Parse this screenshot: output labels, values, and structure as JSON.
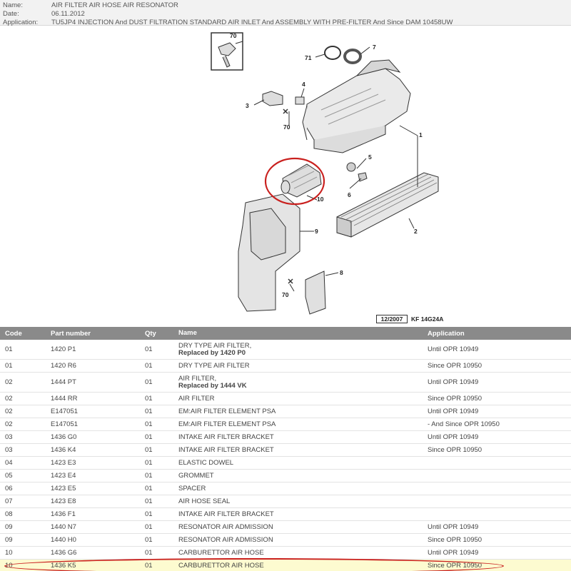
{
  "info": {
    "name_label": "Name:",
    "name_value": "AIR FILTER AIR HOSE AIR RESONATOR",
    "date_label": "Date:",
    "date_value": "06.11.2012",
    "application_label": "Application:",
    "application_value": "TU5JP4 INJECTION And DUST FILTRATION STANDARD AIR INLET And ASSEMBLY WITH PRE-FILTER And Since DAM 10458UW"
  },
  "diagram": {
    "callouts": [
      "70",
      "71",
      "7",
      "3",
      "4",
      "70",
      "1",
      "5",
      "6",
      "10",
      "2",
      "9",
      "8",
      "70"
    ],
    "date_box": "12/2007",
    "ref_code": "KF 14G24A"
  },
  "table": {
    "headers": {
      "code": "Code",
      "part": "Part number",
      "qty": "Qty",
      "name": "Name",
      "application": "Application"
    },
    "rows": [
      {
        "code": "01",
        "part": "1420 P1",
        "qty": "01",
        "name": "DRY TYPE AIR FILTER,",
        "replaced": "Replaced by 1420 P0",
        "application": "Until OPR 10949"
      },
      {
        "code": "01",
        "part": "1420 R6",
        "qty": "01",
        "name": "DRY TYPE AIR FILTER",
        "replaced": "",
        "application": "Since OPR 10950"
      },
      {
        "code": "02",
        "part": "1444 PT",
        "qty": "01",
        "name": "AIR FILTER,",
        "replaced": "Replaced by 1444 VK",
        "application": "Until OPR 10949"
      },
      {
        "code": "02",
        "part": "1444 RR",
        "qty": "01",
        "name": "AIR FILTER",
        "replaced": "",
        "application": "Since OPR 10950"
      },
      {
        "code": "02",
        "part": "E147051",
        "qty": "01",
        "name": "EM:AIR FILTER ELEMENT PSA",
        "replaced": "",
        "application": "Until OPR 10949"
      },
      {
        "code": "02",
        "part": "E147051",
        "qty": "01",
        "name": "EM:AIR FILTER ELEMENT PSA",
        "replaced": "",
        "application": "- And Since OPR 10950"
      },
      {
        "code": "03",
        "part": "1436 G0",
        "qty": "01",
        "name": "INTAKE AIR FILTER BRACKET",
        "replaced": "",
        "application": "Until OPR 10949"
      },
      {
        "code": "03",
        "part": "1436 K4",
        "qty": "01",
        "name": "INTAKE AIR FILTER BRACKET",
        "replaced": "",
        "application": "Since OPR 10950"
      },
      {
        "code": "04",
        "part": "1423 E3",
        "qty": "01",
        "name": "ELASTIC DOWEL",
        "replaced": "",
        "application": ""
      },
      {
        "code": "05",
        "part": "1423 E4",
        "qty": "01",
        "name": "GROMMET",
        "replaced": "",
        "application": ""
      },
      {
        "code": "06",
        "part": "1423 E5",
        "qty": "01",
        "name": "SPACER",
        "replaced": "",
        "application": ""
      },
      {
        "code": "07",
        "part": "1423 E8",
        "qty": "01",
        "name": "AIR HOSE SEAL",
        "replaced": "",
        "application": ""
      },
      {
        "code": "08",
        "part": "1436 F1",
        "qty": "01",
        "name": "INTAKE AIR FILTER BRACKET",
        "replaced": "",
        "application": ""
      },
      {
        "code": "09",
        "part": "1440 N7",
        "qty": "01",
        "name": "RESONATOR AIR ADMISSION",
        "replaced": "",
        "application": "Until OPR 10949"
      },
      {
        "code": "09",
        "part": "1440 H0",
        "qty": "01",
        "name": "RESONATOR AIR ADMISSION",
        "replaced": "",
        "application": "Since OPR 10950"
      },
      {
        "code": "10",
        "part": "1436 G6",
        "qty": "01",
        "name": "CARBURETTOR AIR HOSE",
        "replaced": "",
        "application": "Until OPR 10949"
      },
      {
        "code": "10",
        "part": "1436 K5",
        "qty": "01",
        "name": "CARBURETTOR AIR HOSE",
        "replaced": "",
        "application": "Since OPR 10950"
      }
    ]
  },
  "colors": {
    "header_bg": "#8a8a8a",
    "highlight_ring": "#c9201e",
    "selected_row": "#fdfbd0"
  }
}
